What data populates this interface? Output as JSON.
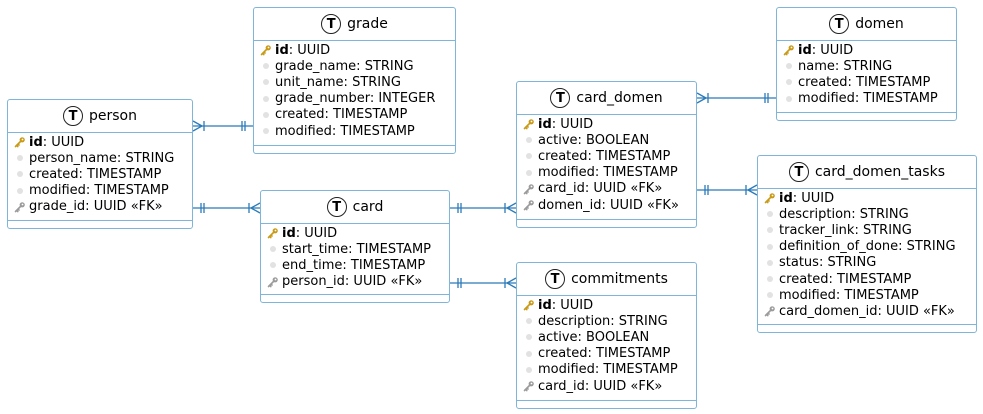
{
  "colors": {
    "edge": "#2b7bb9",
    "border": "#7fb5d8",
    "pk_key": "#c99a16",
    "fk_key": "#9b9b9b"
  },
  "icons": {
    "table": "table-icon",
    "primary_key": "key-icon",
    "foreign_key": "foreign-key-icon",
    "attribute": "attribute-dot-icon"
  },
  "entities": {
    "person": {
      "header_icon": "T",
      "name": "person",
      "fields": [
        {
          "text": "id",
          "type": ": UUID",
          "kind": "pk"
        },
        {
          "text": "person_name: STRING",
          "kind": "attr"
        },
        {
          "text": "created: TIMESTAMP",
          "kind": "attr"
        },
        {
          "text": "modified: TIMESTAMP",
          "kind": "attr"
        },
        {
          "text": "grade_id: UUID «FK»",
          "kind": "fk"
        }
      ]
    },
    "grade": {
      "header_icon": "T",
      "name": "grade",
      "fields": [
        {
          "text": "id",
          "type": ": UUID",
          "kind": "pk"
        },
        {
          "text": "grade_name: STRING",
          "kind": "attr"
        },
        {
          "text": "unit_name: STRING",
          "kind": "attr"
        },
        {
          "text": "grade_number: INTEGER",
          "kind": "attr"
        },
        {
          "text": "created: TIMESTAMP",
          "kind": "attr"
        },
        {
          "text": "modified: TIMESTAMP",
          "kind": "attr"
        }
      ]
    },
    "card": {
      "header_icon": "T",
      "name": "card",
      "fields": [
        {
          "text": "id",
          "type": ": UUID",
          "kind": "pk"
        },
        {
          "text": "start_time: TIMESTAMP",
          "kind": "attr"
        },
        {
          "text": "end_time: TIMESTAMP",
          "kind": "attr"
        },
        {
          "text": "person_id: UUID «FK»",
          "kind": "fk"
        }
      ]
    },
    "card_domen": {
      "header_icon": "T",
      "name": "card_domen",
      "fields": [
        {
          "text": "id",
          "type": ": UUID",
          "kind": "pk"
        },
        {
          "text": "active: BOOLEAN",
          "kind": "attr"
        },
        {
          "text": "created: TIMESTAMP",
          "kind": "attr"
        },
        {
          "text": "modified: TIMESTAMP",
          "kind": "attr"
        },
        {
          "text": "card_id: UUID «FK»",
          "kind": "fk"
        },
        {
          "text": "domen_id: UUID «FK»",
          "kind": "fk"
        }
      ]
    },
    "commitments": {
      "header_icon": "T",
      "name": "commitments",
      "fields": [
        {
          "text": "id",
          "type": ": UUID",
          "kind": "pk"
        },
        {
          "text": "description: STRING",
          "kind": "attr"
        },
        {
          "text": "active: BOOLEAN",
          "kind": "attr"
        },
        {
          "text": "created: TIMESTAMP",
          "kind": "attr"
        },
        {
          "text": "modified: TIMESTAMP",
          "kind": "attr"
        },
        {
          "text": "card_id: UUID «FK»",
          "kind": "fk"
        }
      ]
    },
    "domen": {
      "header_icon": "T",
      "name": "domen",
      "fields": [
        {
          "text": "id",
          "type": ": UUID",
          "kind": "pk"
        },
        {
          "text": "name: STRING",
          "kind": "attr"
        },
        {
          "text": "created: TIMESTAMP",
          "kind": "attr"
        },
        {
          "text": "modified: TIMESTAMP",
          "kind": "attr"
        }
      ]
    },
    "card_domen_tasks": {
      "header_icon": "T",
      "name": "card_domen_tasks",
      "fields": [
        {
          "text": "id",
          "type": ": UUID",
          "kind": "pk"
        },
        {
          "text": "description: STRING",
          "kind": "attr"
        },
        {
          "text": "tracker_link: STRING",
          "kind": "attr"
        },
        {
          "text": "definition_of_done: STRING",
          "kind": "attr"
        },
        {
          "text": "status: STRING",
          "kind": "attr"
        },
        {
          "text": "created: TIMESTAMP",
          "kind": "attr"
        },
        {
          "text": "modified: TIMESTAMP",
          "kind": "attr"
        },
        {
          "text": "card_domen_id: UUID «FK»",
          "kind": "fk"
        }
      ]
    }
  },
  "relationships": [
    {
      "from": "person",
      "to": "grade",
      "from_end": "many",
      "to_end": "one"
    },
    {
      "from": "person",
      "to": "card",
      "from_end": "one",
      "to_end": "many"
    },
    {
      "from": "card",
      "to": "card_domen",
      "from_end": "one",
      "to_end": "many"
    },
    {
      "from": "card",
      "to": "commitments",
      "from_end": "one",
      "to_end": "many"
    },
    {
      "from": "card_domen",
      "to": "domen",
      "from_end": "many",
      "to_end": "one"
    },
    {
      "from": "card_domen",
      "to": "card_domen_tasks",
      "from_end": "one",
      "to_end": "many"
    }
  ]
}
